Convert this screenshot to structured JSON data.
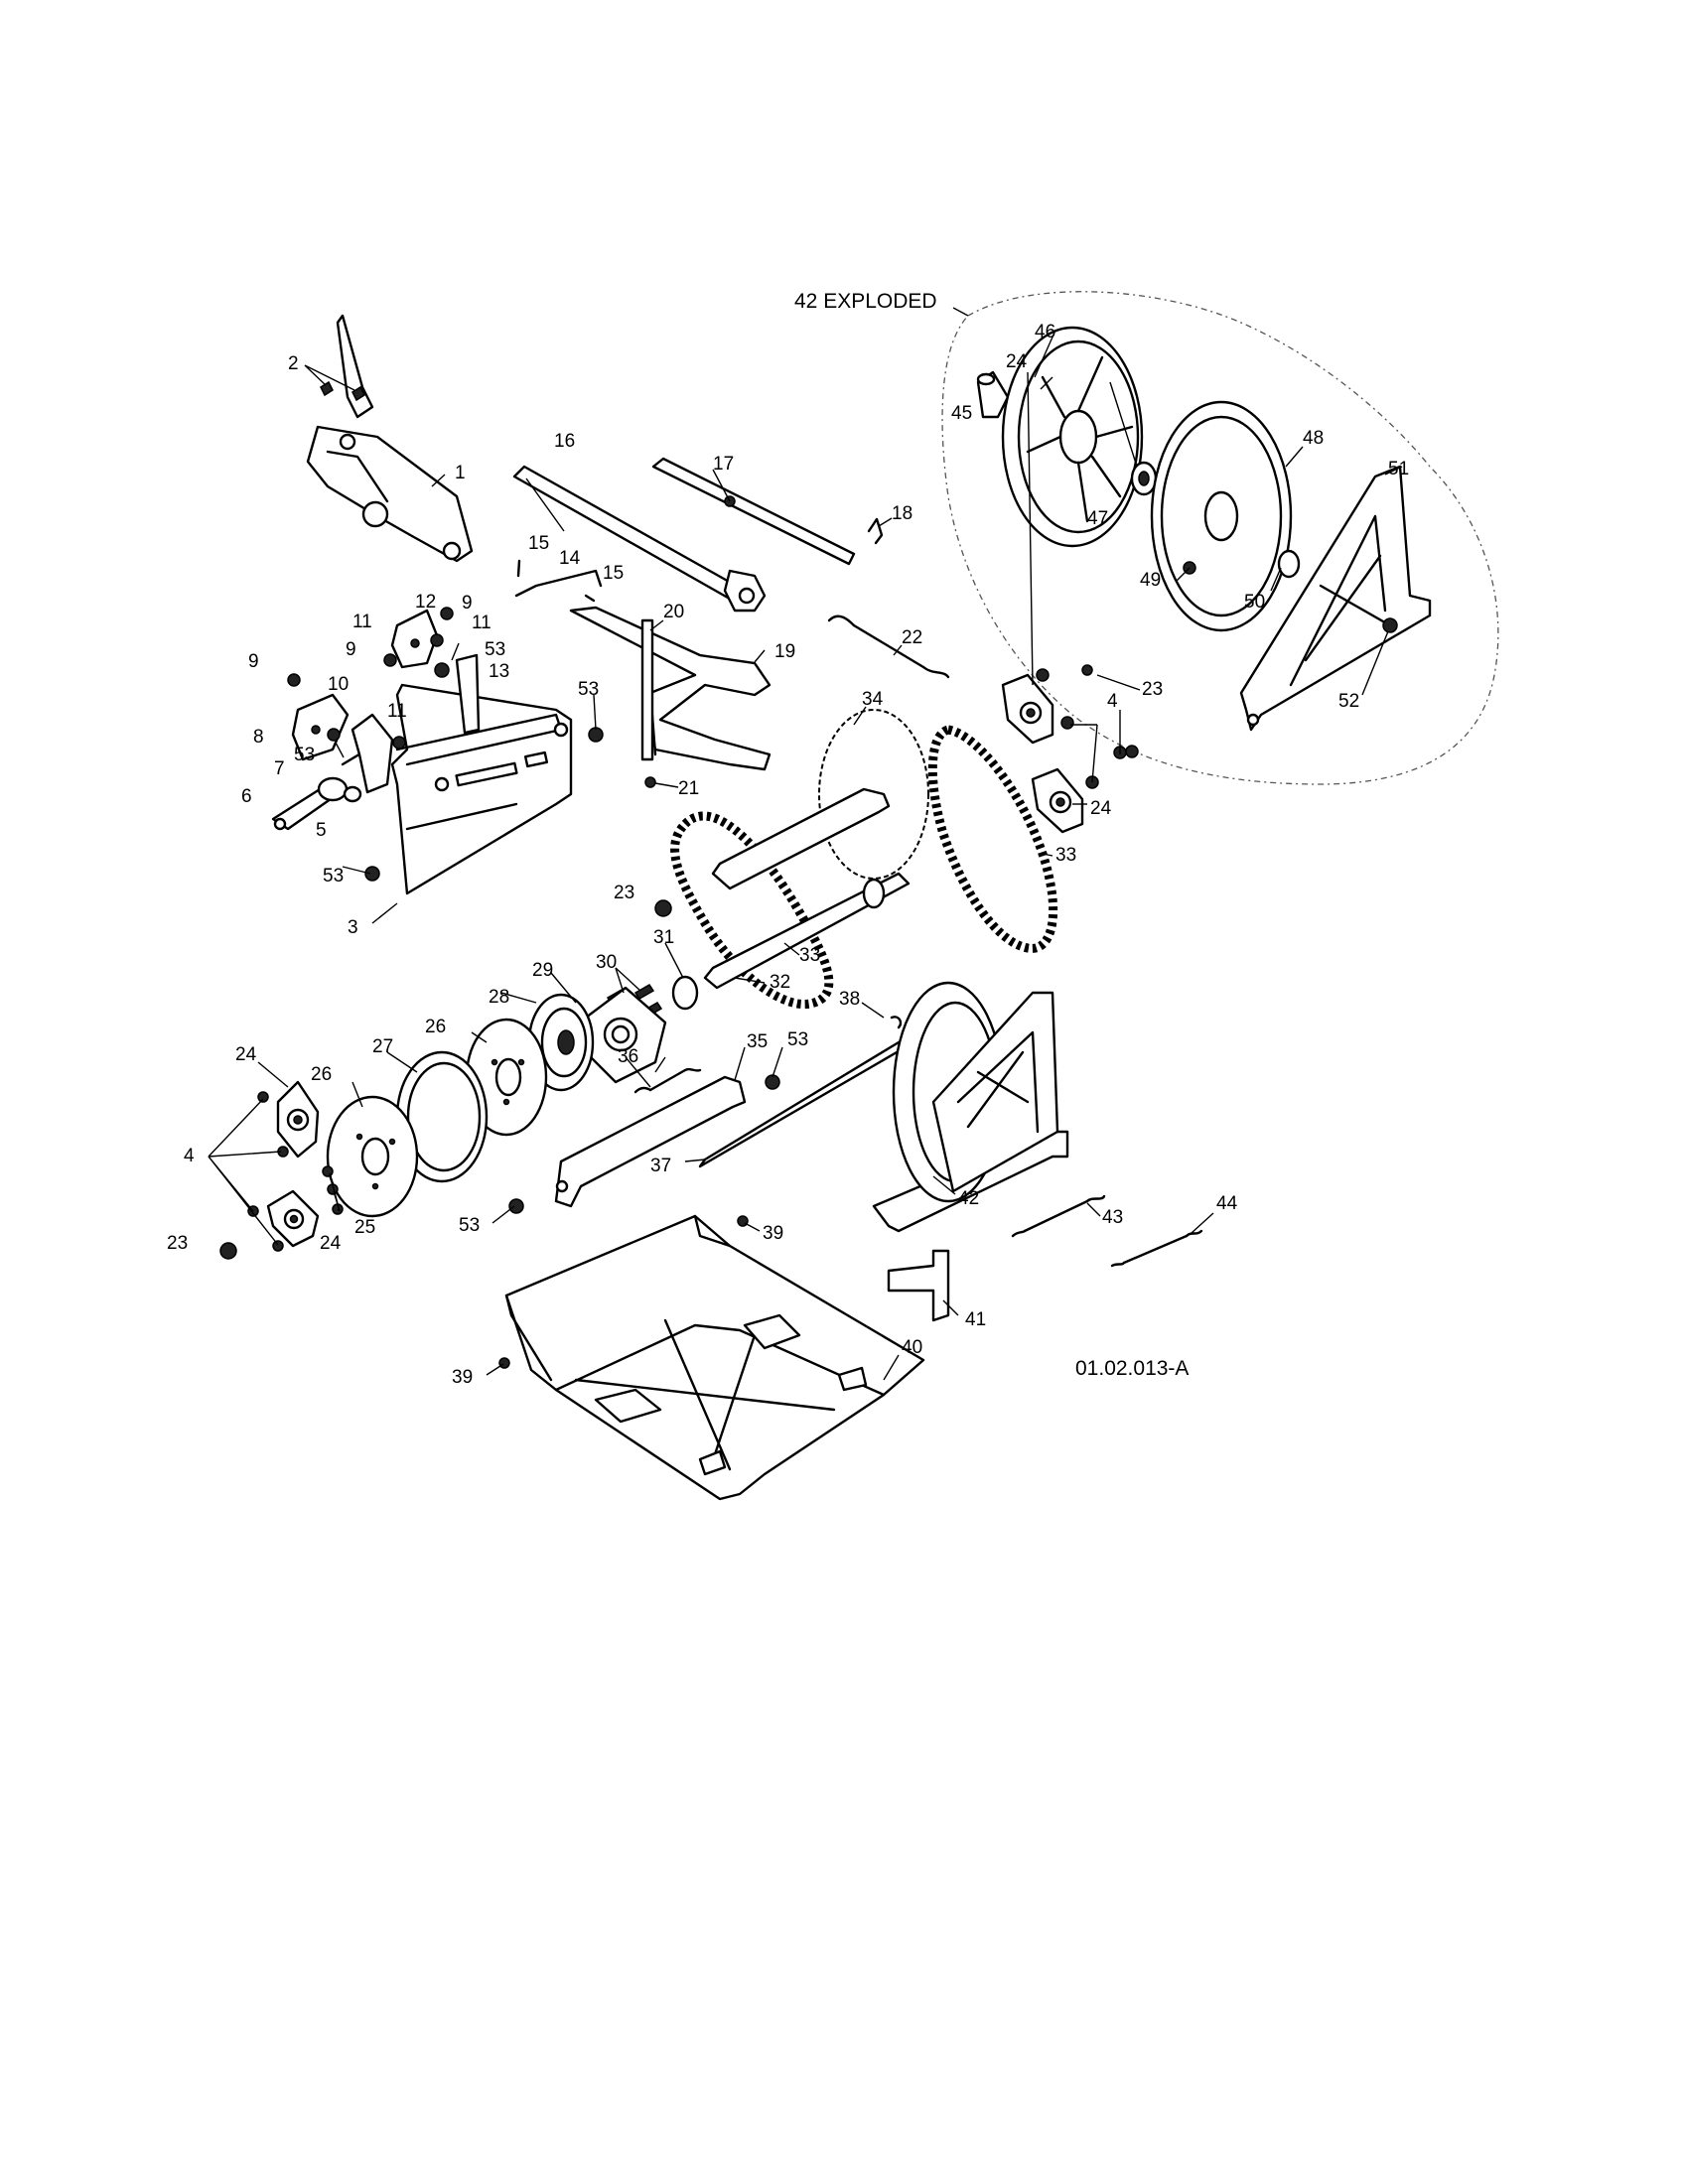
{
  "diagram": {
    "exploded_title": "42 EXPLODED",
    "drawing_number": "01.02.013-A",
    "callouts": [
      {
        "id": "c1",
        "text": "1"
      },
      {
        "id": "c2",
        "text": "2"
      },
      {
        "id": "c3",
        "text": "3"
      },
      {
        "id": "c4a",
        "text": "4"
      },
      {
        "id": "c4b",
        "text": "4"
      },
      {
        "id": "c5",
        "text": "5"
      },
      {
        "id": "c6",
        "text": "6"
      },
      {
        "id": "c7",
        "text": "7"
      },
      {
        "id": "c8",
        "text": "8"
      },
      {
        "id": "c9a",
        "text": "9"
      },
      {
        "id": "c9b",
        "text": "9"
      },
      {
        "id": "c9c",
        "text": "9"
      },
      {
        "id": "c10",
        "text": "10"
      },
      {
        "id": "c11a",
        "text": "11"
      },
      {
        "id": "c11b",
        "text": "11"
      },
      {
        "id": "c11c",
        "text": "11"
      },
      {
        "id": "c12",
        "text": "12"
      },
      {
        "id": "c13",
        "text": "13"
      },
      {
        "id": "c14",
        "text": "14"
      },
      {
        "id": "c15a",
        "text": "15"
      },
      {
        "id": "c15b",
        "text": "15"
      },
      {
        "id": "c16",
        "text": "16"
      },
      {
        "id": "c17",
        "text": "17"
      },
      {
        "id": "c18",
        "text": "18"
      },
      {
        "id": "c19",
        "text": "19"
      },
      {
        "id": "c20",
        "text": "20"
      },
      {
        "id": "c21",
        "text": "21"
      },
      {
        "id": "c22",
        "text": "22"
      },
      {
        "id": "c23a",
        "text": "23"
      },
      {
        "id": "c23b",
        "text": "23"
      },
      {
        "id": "c23c",
        "text": "23"
      },
      {
        "id": "c24a",
        "text": "24"
      },
      {
        "id": "c24b",
        "text": "24"
      },
      {
        "id": "c24c",
        "text": "24"
      },
      {
        "id": "c24d",
        "text": "24"
      },
      {
        "id": "c25",
        "text": "25"
      },
      {
        "id": "c26a",
        "text": "26"
      },
      {
        "id": "c26b",
        "text": "26"
      },
      {
        "id": "c27",
        "text": "27"
      },
      {
        "id": "c28",
        "text": "28"
      },
      {
        "id": "c29",
        "text": "29"
      },
      {
        "id": "c30",
        "text": "30"
      },
      {
        "id": "c31",
        "text": "31"
      },
      {
        "id": "c32",
        "text": "32"
      },
      {
        "id": "c33a",
        "text": "33"
      },
      {
        "id": "c33b",
        "text": "33"
      },
      {
        "id": "c34",
        "text": "34"
      },
      {
        "id": "c35",
        "text": "35"
      },
      {
        "id": "c36",
        "text": "36"
      },
      {
        "id": "c37",
        "text": "37"
      },
      {
        "id": "c38",
        "text": "38"
      },
      {
        "id": "c39a",
        "text": "39"
      },
      {
        "id": "c39b",
        "text": "39"
      },
      {
        "id": "c40",
        "text": "40"
      },
      {
        "id": "c41",
        "text": "41"
      },
      {
        "id": "c42",
        "text": "42"
      },
      {
        "id": "c43",
        "text": "43"
      },
      {
        "id": "c44",
        "text": "44"
      },
      {
        "id": "c45",
        "text": "45"
      },
      {
        "id": "c46",
        "text": "46"
      },
      {
        "id": "c47",
        "text": "47"
      },
      {
        "id": "c48",
        "text": "48"
      },
      {
        "id": "c49",
        "text": "49"
      },
      {
        "id": "c50",
        "text": "50"
      },
      {
        "id": "c51",
        "text": "51"
      },
      {
        "id": "c52",
        "text": "52"
      },
      {
        "id": "c53a",
        "text": "53"
      },
      {
        "id": "c53b",
        "text": "53"
      },
      {
        "id": "c53c",
        "text": "53"
      },
      {
        "id": "c53d",
        "text": "53"
      },
      {
        "id": "c53e",
        "text": "53"
      },
      {
        "id": "c53f",
        "text": "53"
      }
    ]
  }
}
